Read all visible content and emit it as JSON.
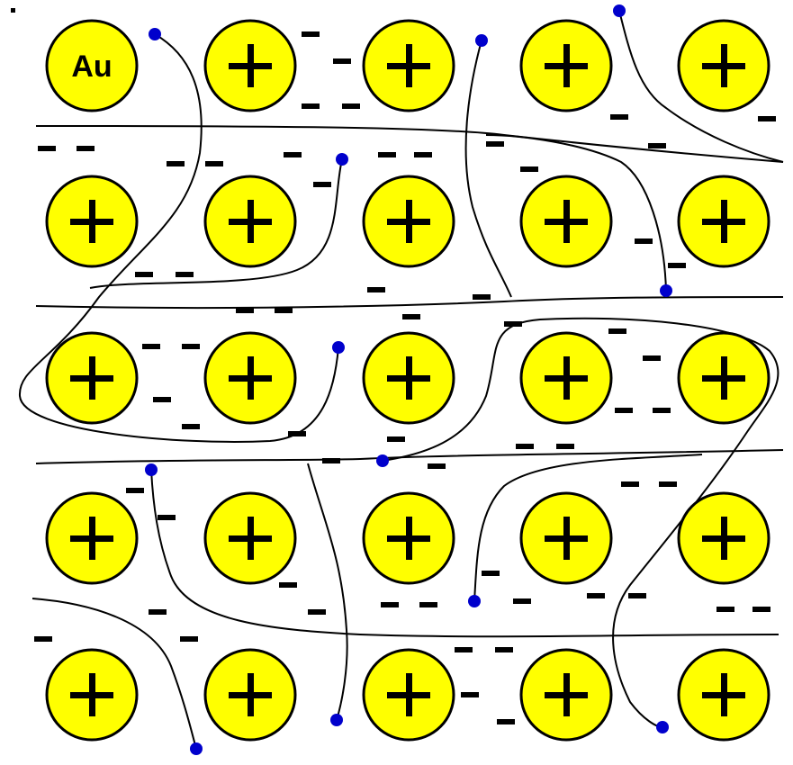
{
  "diagram": {
    "atom_label": "Au",
    "ion_symbol": "+",
    "grid": {
      "rows": 5,
      "cols": 5
    },
    "ion_fill": "#ffff00",
    "ion_stroke": "#000000",
    "electron_color": "#0000cc",
    "free_electron_mark": "−"
  }
}
